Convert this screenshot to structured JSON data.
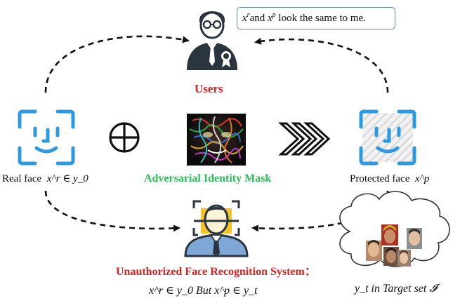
{
  "speech_bubble": {
    "text_a": "x",
    "sup_a": "r",
    "text_mid": "and ",
    "text_b": "x",
    "sup_b": "p",
    "text_end": " look the same to me."
  },
  "users_label": "Users",
  "real_face_label": "Real face",
  "real_face_math": "x^r ∈ y_0",
  "mask_label": "Adversarial Identity Mask",
  "protected_face_label": "Protected face",
  "protected_face_math": "x^p",
  "system_label": "Unauthorized Face Recognition System：",
  "system_condition": "x^r ∈ y_0  But  x^p ∈ y_t",
  "target_label": "y_t in Target set 𝓘",
  "colors": {
    "face_icon": "#2b9ae0",
    "accent_red": "#e02020",
    "accent_green": "#2ebd57",
    "bubble_border": "#5b87a8",
    "icon_dark": "#2a3540",
    "scanner_yellow": "#f3c52a",
    "shirt_blue": "#7fa8d6"
  },
  "icons": [
    "user-icon",
    "face-id-icon",
    "plus-circle-icon",
    "chevrons-right-icon",
    "face-scan-icon",
    "cloud-icon"
  ]
}
